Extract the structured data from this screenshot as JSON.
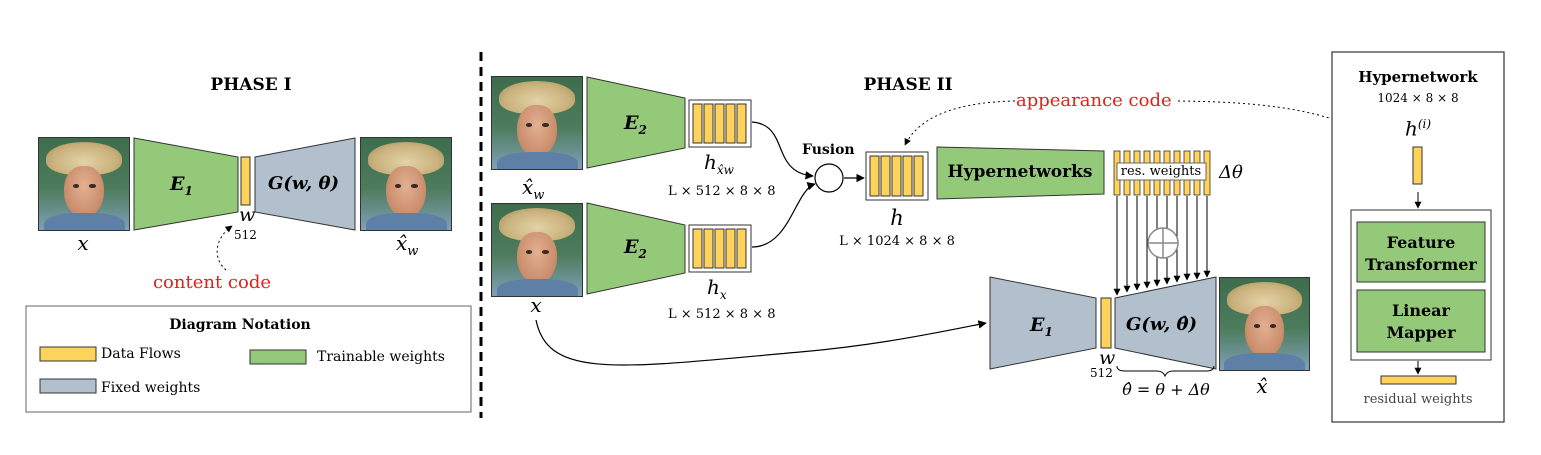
{
  "phase1": {
    "title": "PHASE I",
    "x_label": "x",
    "xhat_w_label": "x̂",
    "xhat_w_sub": "w",
    "encoder_label": "E",
    "encoder_sub": "1",
    "generator_label": "G(w, θ)",
    "w_label": "w",
    "w_dim": "512",
    "content_code": "content code"
  },
  "notation": {
    "title": "Diagram Notation",
    "data_flows": "Data Flows",
    "trainable": "Trainable weights",
    "fixed": "Fixed weights"
  },
  "phase2": {
    "title": "PHASE II",
    "appearance_code": "appearance code",
    "xhat_w_label": "x̂",
    "xhat_w_sub": "w",
    "x_label": "x",
    "encoder_label": "E",
    "encoder_sub": "2",
    "h_xw_label": "h",
    "h_xw_sub": "x̂w",
    "h_xw_dims": "L × 512 × 8 × 8",
    "h_x_label": "h",
    "h_x_sub": "x",
    "h_x_dims": "L × 512 × 8 × 8",
    "fusion": "Fusion",
    "h_label": "h",
    "h_dims": "L × 1024 × 8 × 8",
    "hypernetworks": "Hypernetworks",
    "res_weights": "res. weights",
    "delta_theta": "Δθ",
    "encoder1_label": "E",
    "encoder1_sub": "1",
    "generator_label": "G(w, θ̂)",
    "w_label": "w",
    "w_dim": "512",
    "theta_eq": "θ̂ = θ + Δθ",
    "xhat_label": "x̂"
  },
  "hypernetwork_panel": {
    "title": "Hypernetwork",
    "dims": "1024 × 8 × 8",
    "h_label": "h",
    "h_sup": "(i)",
    "feature_transformer_1": "Feature",
    "feature_transformer_2": "Transformer",
    "linear_mapper_1": "Linear",
    "linear_mapper_2": "Mapper",
    "residual_weights": "residual weights"
  },
  "colors": {
    "trainable": "#95c97a",
    "fixed": "#b2c0cd",
    "data": "#fdd35c",
    "accent": "#e0201b"
  }
}
